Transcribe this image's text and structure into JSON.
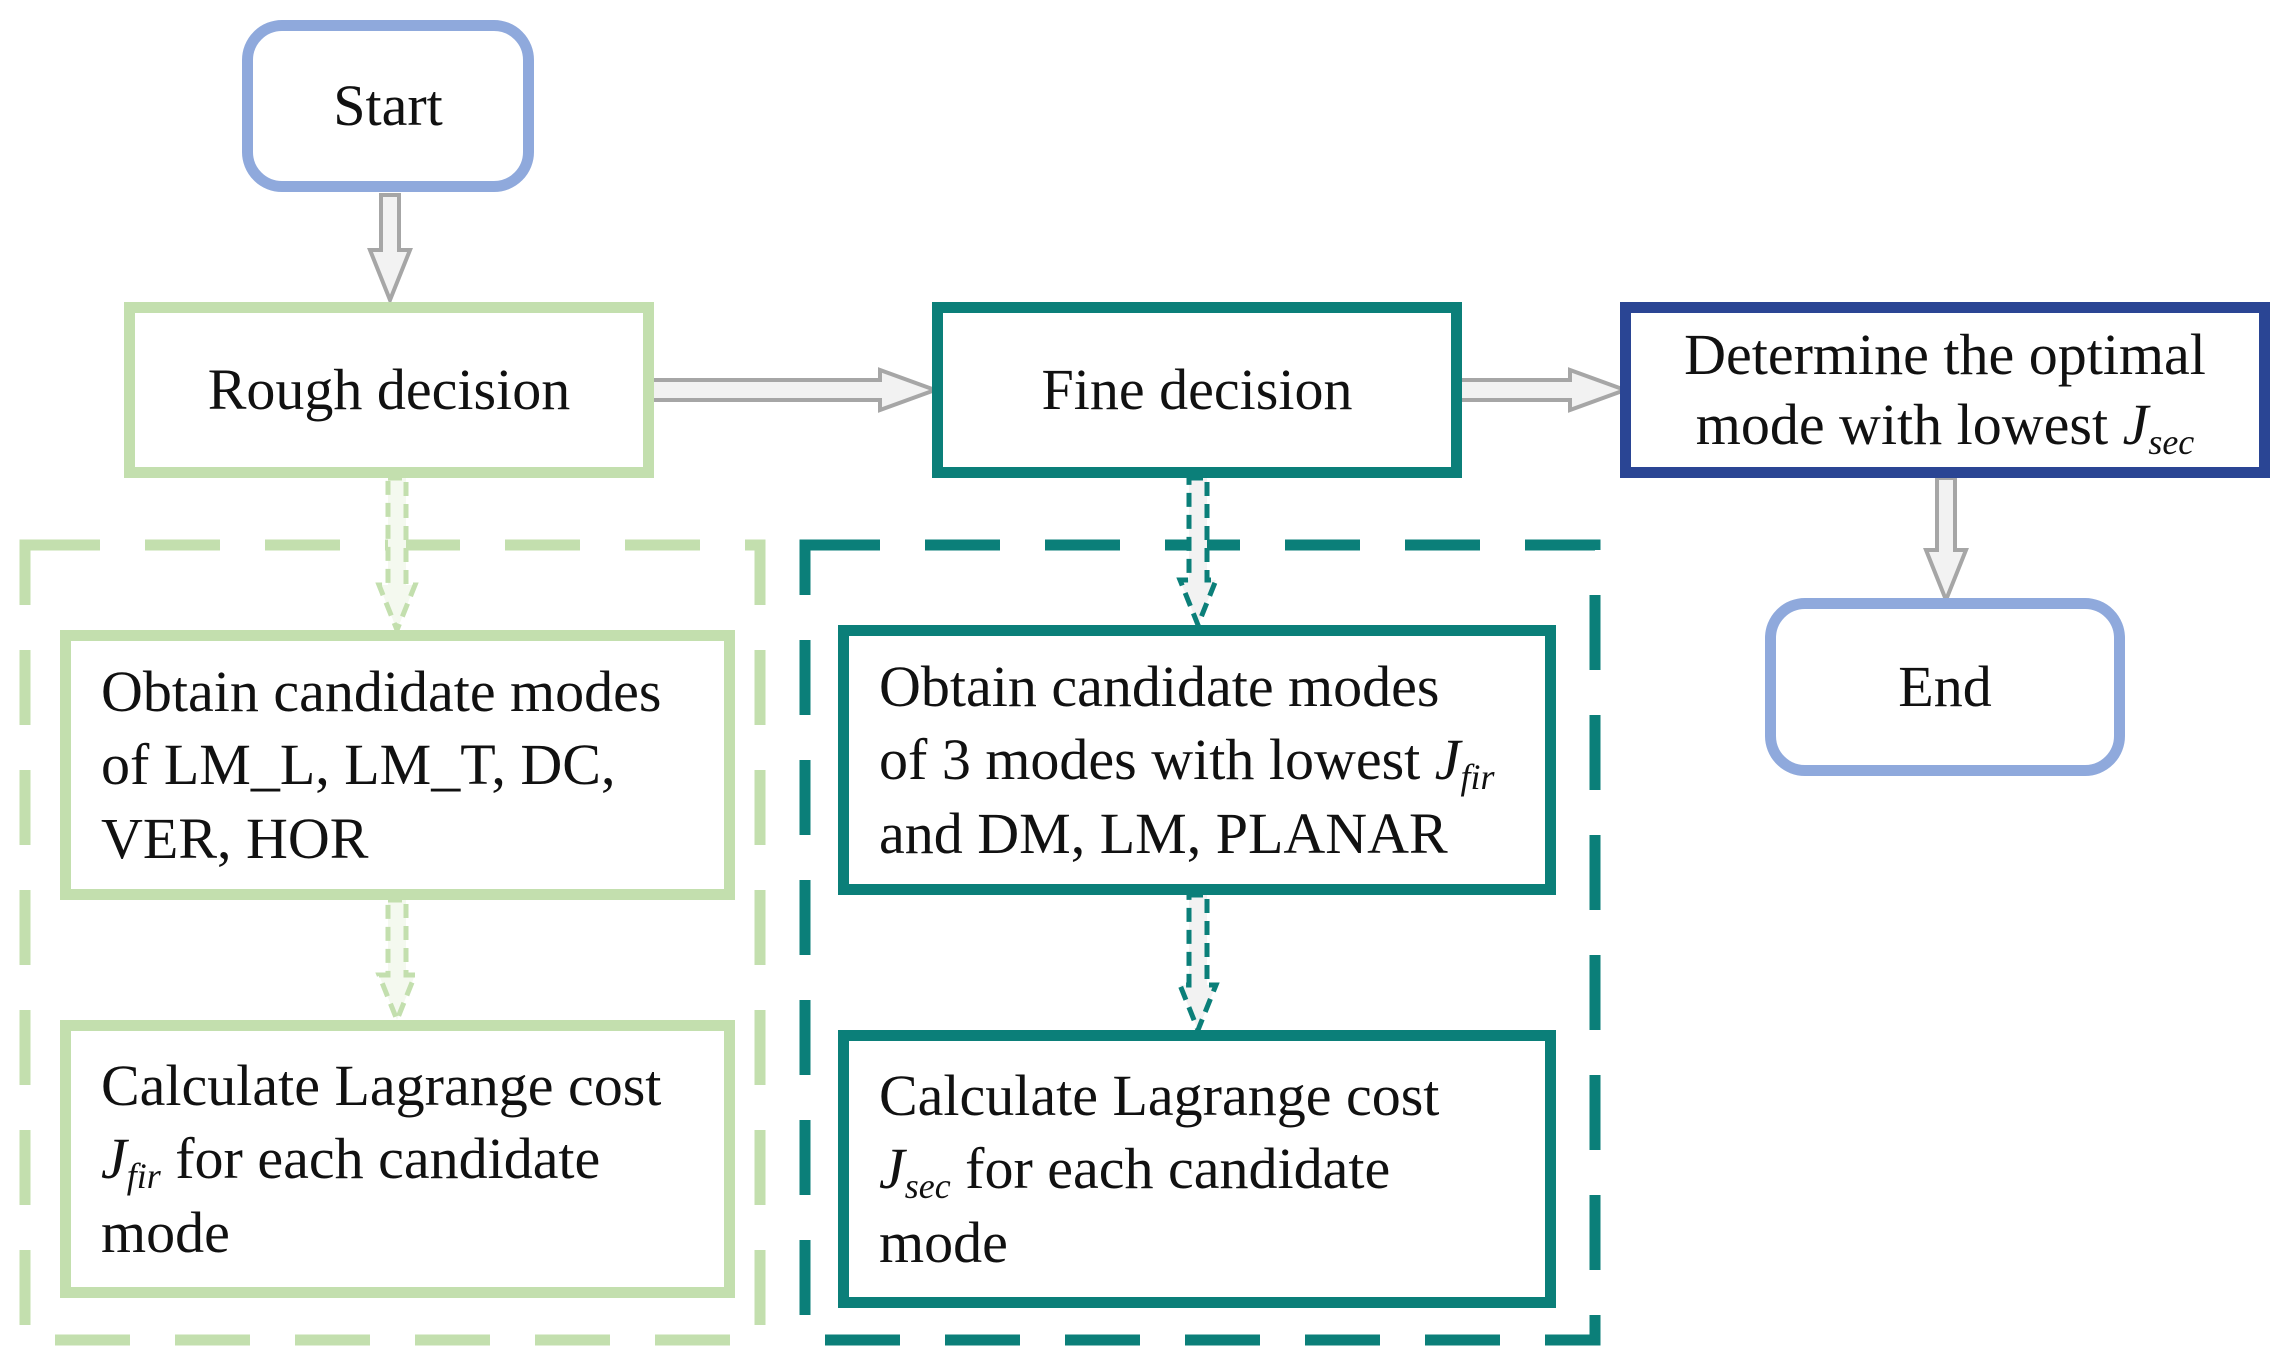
{
  "colors": {
    "terminal": "#8fa9dc",
    "rough": "#c3dfae",
    "fine": "#0b7f79",
    "final": "#2a4594",
    "arrow_stroke": "#a6a6a6",
    "arrow_fill": "#f2f2f2"
  },
  "nodes": {
    "start": "Start",
    "rough": "Rough decision",
    "fine": "Fine decision",
    "determine": {
      "line1": "Determine the optimal",
      "line2_prefix": "mode with lowest ",
      "j": "J",
      "j_sub": "sec"
    },
    "end": "End",
    "rough_obtain": {
      "line1": "Obtain candidate modes",
      "line2": "of LM_L, LM_T, DC,",
      "line3": "VER, HOR"
    },
    "rough_calc": {
      "line1": "Calculate Lagrange cost",
      "j": "J",
      "j_sub": "fir",
      "line2_suffix": " for each candidate",
      "line3": "mode"
    },
    "fine_obtain": {
      "line1": "Obtain candidate modes",
      "line2_prefix": "of 3 modes with lowest ",
      "j": "J",
      "j_sub": "fir",
      "line3": "and DM, LM, PLANAR"
    },
    "fine_calc": {
      "line1": "Calculate Lagrange cost",
      "j": "J",
      "j_sub": "sec",
      "line2_suffix": " for each candidate",
      "line3": "mode"
    }
  }
}
